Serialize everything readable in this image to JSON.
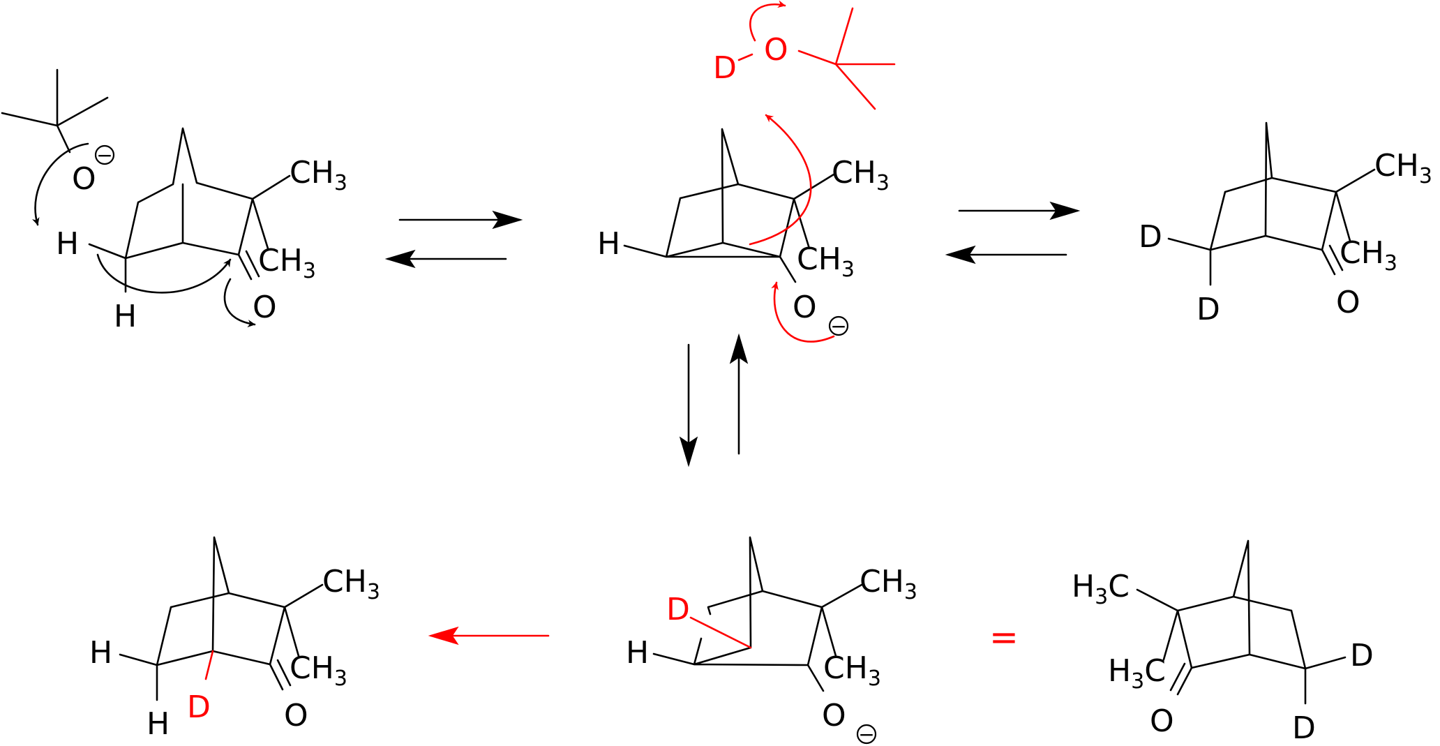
{
  "colors": {
    "ink": "#000000",
    "highlight": "#ff0000",
    "background": "#ffffff"
  },
  "labels": {
    "ch3": "CH",
    "h3c": "H",
    "c": "C",
    "three": "3",
    "h": "H",
    "d": "D",
    "o": "O",
    "minus": "−",
    "equals": "="
  }
}
